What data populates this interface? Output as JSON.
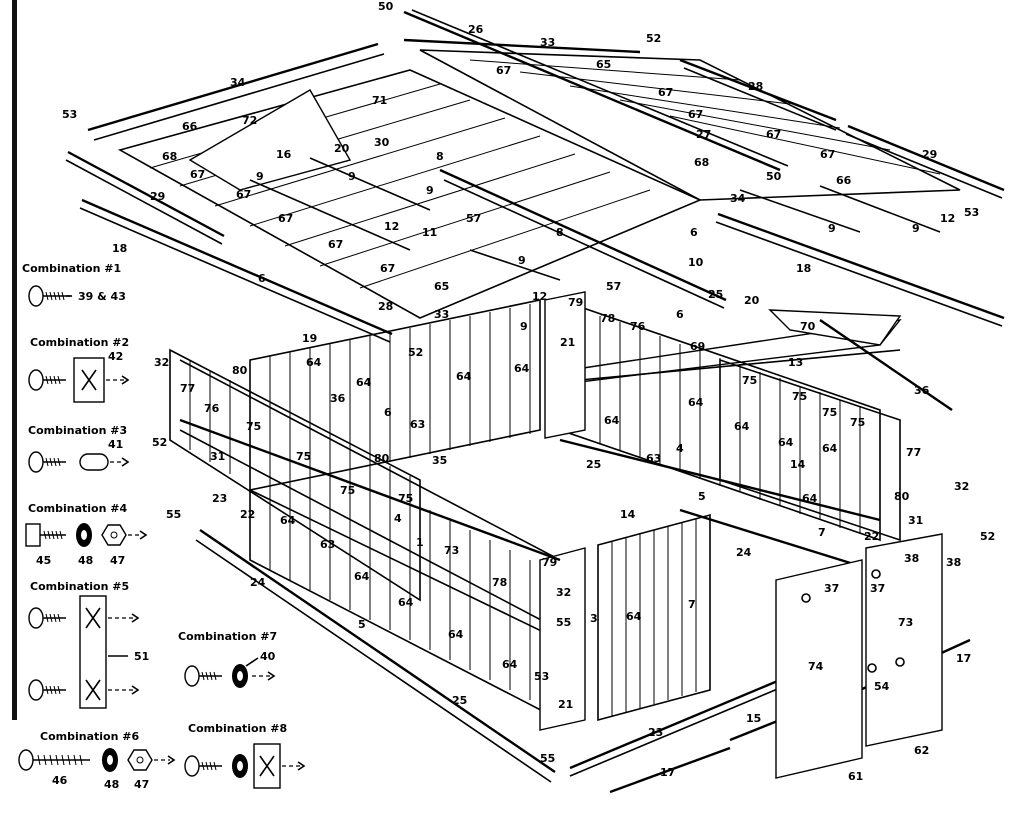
{
  "diagram": {
    "part_numbers": [
      "1",
      "3",
      "4",
      "5",
      "6",
      "7",
      "8",
      "9",
      "10",
      "11",
      "12",
      "13",
      "14",
      "15",
      "16",
      "17",
      "18",
      "19",
      "20",
      "21",
      "22",
      "23",
      "24",
      "25",
      "26",
      "27",
      "28",
      "29",
      "30",
      "31",
      "32",
      "33",
      "34",
      "35",
      "36",
      "37",
      "38",
      "39",
      "40",
      "41",
      "42",
      "43",
      "45",
      "46",
      "47",
      "48",
      "50",
      "51",
      "52",
      "53",
      "54",
      "55",
      "57",
      "61",
      "62",
      "63",
      "64",
      "65",
      "66",
      "67",
      "68",
      "69",
      "70",
      "71",
      "72",
      "73",
      "74",
      "75",
      "76",
      "77",
      "78",
      "79",
      "80"
    ]
  },
  "combinations": [
    {
      "title": "Combination #1",
      "parts": "39 & 43"
    },
    {
      "title": "Combination #2",
      "parts": "42"
    },
    {
      "title": "Combination #3",
      "parts": "41"
    },
    {
      "title": "Combination #4",
      "parts": [
        "45",
        "48",
        "47"
      ]
    },
    {
      "title": "Combination #5",
      "parts": "51"
    },
    {
      "title": "Combination #6",
      "parts": [
        "46",
        "48",
        "47"
      ]
    },
    {
      "title": "Combination #7",
      "parts": "40"
    },
    {
      "title": "Combination #8",
      "parts": ""
    }
  ]
}
